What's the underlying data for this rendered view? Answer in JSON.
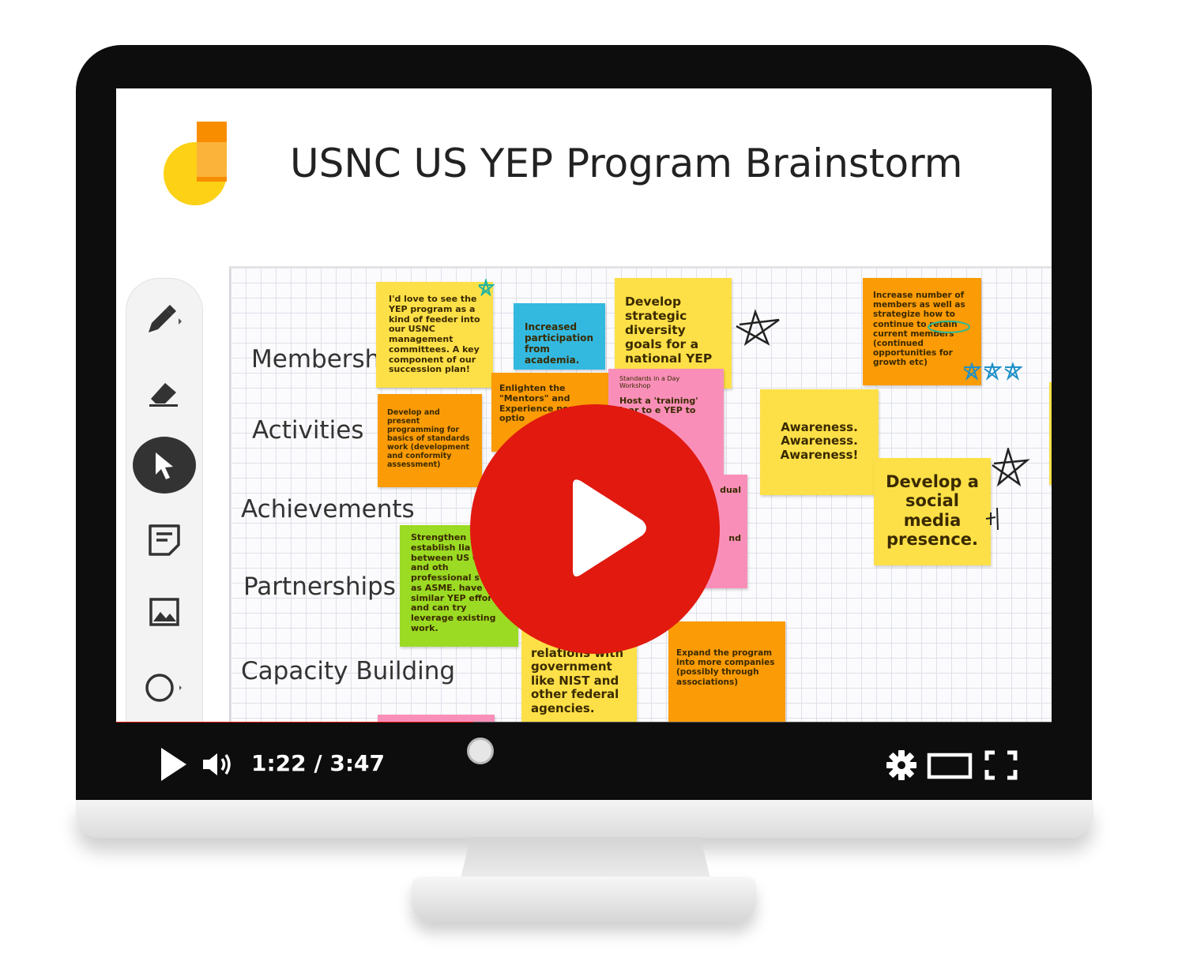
{
  "board": {
    "title": "USNC US YEP Program Brainstorm"
  },
  "rows": [
    {
      "label": "Membersh"
    },
    {
      "label": "Activities"
    },
    {
      "label": "Achievements"
    },
    {
      "label": "Partnerships"
    },
    {
      "label": "Capacity Building"
    }
  ],
  "notes": {
    "feeder": "I'd love to see the YEP program as a kind of feeder into our USNC management committees. A key component of our succession plan!",
    "academia": "Increased participation from academia.",
    "diversity": "Develop strategic diversity goals for a national YEP program",
    "members": "Increase number of members as well as strategize how to continue to retain current members (continued opportunities for growth etc)",
    "programming": "Develop and present programming for basics of standards work (development and conformity assessment)",
    "enlighten": "Enlighten the \"Mentors\" and Experience popula optio",
    "workshop_small": "Standards in a Day Workshop",
    "training": "Host a 'training' inar to e YEP to erms.",
    "awareness": "Awareness. Awareness. Awareness!",
    "social": "Develop a social media presence.",
    "dual": "dual",
    "dual_end": "nd",
    "strengthen": "Strengthen establish lia between US Com and oth professional s such as ASME. have similar YEP efforts and can try leverage existing work.",
    "government": "relations with government like NIST and other federal agencies.",
    "expand": "Expand the program into more companies (possibly through associations)"
  },
  "player": {
    "time": "1:22 / 3:47",
    "progress": 0.382
  },
  "icons": {
    "logo": "jamboard-logo-icon",
    "pen": "pen-icon",
    "eraser": "eraser-icon",
    "select": "cursor-icon",
    "sticky": "sticky-note-icon",
    "image": "image-icon",
    "shape": "circle-icon",
    "play_big": "play-icon",
    "play": "play-icon",
    "volume": "volume-icon",
    "settings": "gear-icon",
    "theater": "theater-mode-icon",
    "fullscreen": "fullscreen-icon"
  },
  "colors": {
    "youtube_red": "#e1190f",
    "yellow_note": "#fde047",
    "orange_note": "#fb9b05",
    "blue_note": "#33b9e0",
    "pink_note": "#f98fb9",
    "green_note": "#9bdb23"
  }
}
